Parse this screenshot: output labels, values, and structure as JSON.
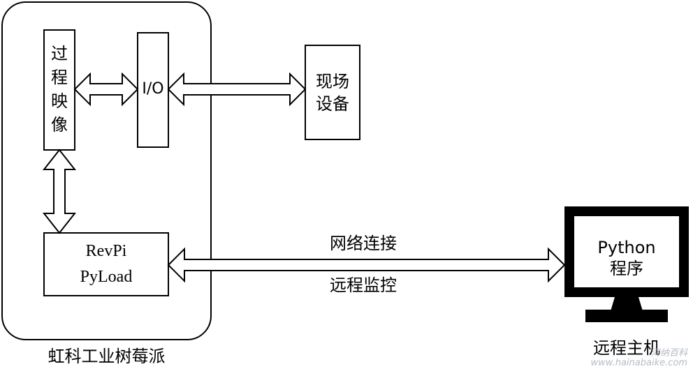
{
  "container_label": "虹科工业树莓派",
  "process_image": [
    "过",
    "程",
    "映",
    "像"
  ],
  "io_label": "I/O",
  "field_device": [
    "现场",
    "设备"
  ],
  "pyload": [
    "RevPi",
    "PyLoad"
  ],
  "network_top": "网络连接",
  "network_bottom": "远程监控",
  "monitor_screen": [
    "Python",
    "程序"
  ],
  "monitor_caption": "远程主机",
  "watermark": [
    "海纳百科",
    "www.hainabaike.com"
  ]
}
